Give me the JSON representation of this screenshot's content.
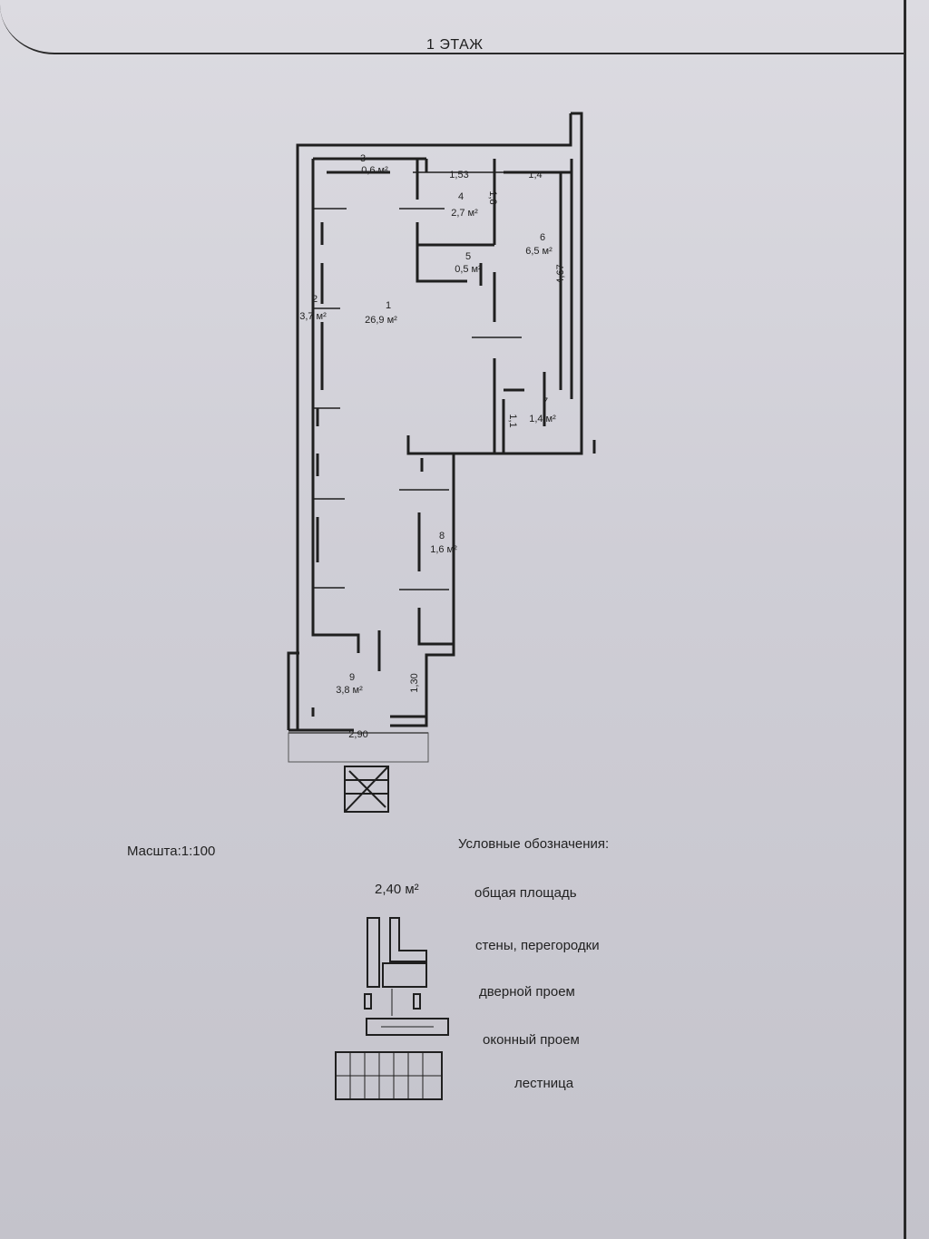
{
  "title": "1 ЭТАЖ",
  "rooms": [
    {
      "number": "1",
      "area": "26,9 м²"
    },
    {
      "number": "2",
      "area": "3,7 м²"
    },
    {
      "number": "3",
      "area": "0,6 м²"
    },
    {
      "number": "4",
      "area": "2,7 м²"
    },
    {
      "number": "5",
      "area": "0,5 м²"
    },
    {
      "number": "6",
      "area": "6,5 м²"
    },
    {
      "number": "7",
      "area": "1,4 м²"
    },
    {
      "number": "8",
      "area": "1,6 м²"
    },
    {
      "number": "9",
      "area": "3,8 м²"
    }
  ],
  "dimensions": {
    "d1": "1,53",
    "d2": "1,4",
    "d3": "1,8",
    "d4": "4,67",
    "d5": "1,1",
    "d6": "1,30",
    "d7": "2,90"
  },
  "scale": "Масшта:1:100",
  "legend": {
    "title": "Условные обозначения:",
    "sample_area": "2,40 м²",
    "items": [
      "общая площадь",
      "стены, перегородки",
      "дверной проем",
      "оконный проем",
      "лестница"
    ]
  }
}
